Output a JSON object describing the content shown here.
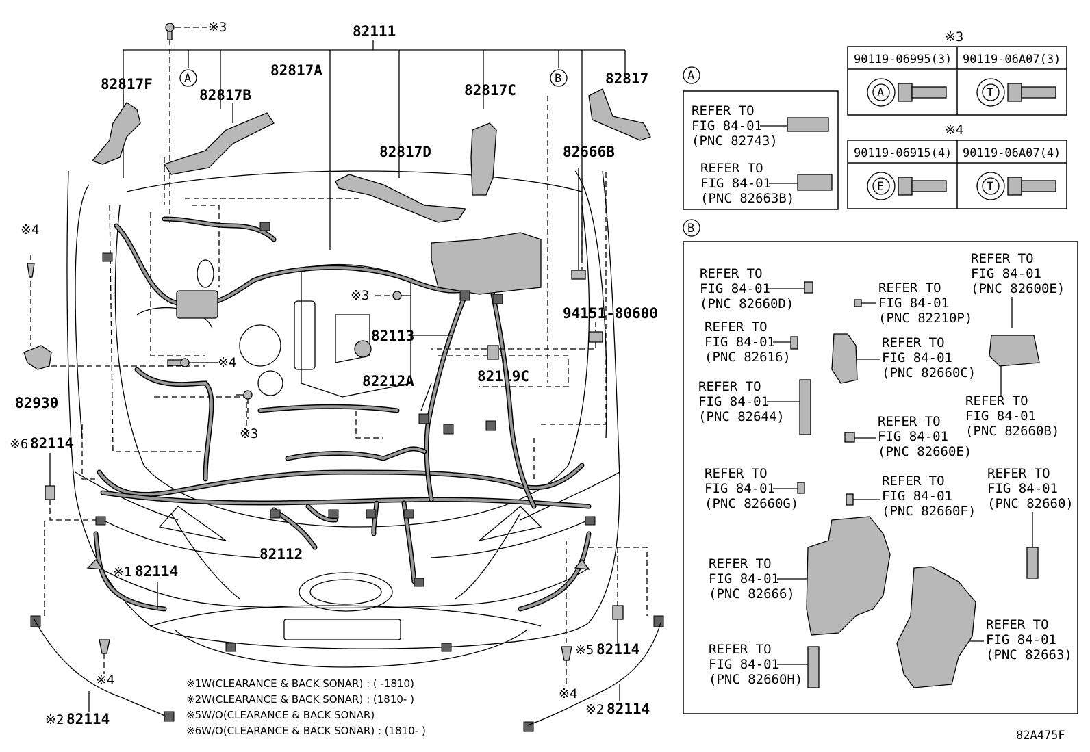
{
  "part_numbers": {
    "main_harness": "82111",
    "p82817F": "82817F",
    "p82817B": "82817B",
    "p82817A": "82817A",
    "p82817C": "82817C",
    "p82817": "82817",
    "p82817D": "82817D",
    "p82666B": "82666B",
    "p94151": "94151-80600",
    "p82113": "82113",
    "p82212A": "82212A",
    "p82119C": "82119C",
    "p82930": "82930",
    "p82112": "82112",
    "p82114": "82114"
  },
  "markers": {
    "ref3": "※3",
    "ref4": "※4",
    "ref1": "※1",
    "ref2": "※2",
    "ref5": "※5",
    "ref6": "※6",
    "circle_a": "A",
    "circle_b": "B",
    "circle_e": "E",
    "circle_t": "T"
  },
  "fasteners": {
    "group3_label": "※3",
    "group3": [
      {
        "part": "90119-06995(3)",
        "head": "A"
      },
      {
        "part": "90119-06A07(3)",
        "head": "T"
      }
    ],
    "group4_label": "※4",
    "group4": [
      {
        "part": "90119-06915(4)",
        "head": "E"
      },
      {
        "part": "90119-06A07(4)",
        "head": "T"
      }
    ]
  },
  "refer": {
    "refer_to": "REFER TO",
    "fig": "FIG 84-01",
    "panel_a": [
      {
        "pnc": "(PNC 82743)"
      },
      {
        "pnc": "(PNC 82663B)"
      }
    ],
    "panel_b": [
      {
        "pnc": "(PNC 82660D)"
      },
      {
        "pnc": "(PNC 82210P)"
      },
      {
        "pnc": "(PNC 82600E)"
      },
      {
        "pnc": "(PNC 82616)"
      },
      {
        "pnc": "(PNC 82660C)"
      },
      {
        "pnc": "(PNC 82644)"
      },
      {
        "pnc": "(PNC 82660B)"
      },
      {
        "pnc": "(PNC 82660E)"
      },
      {
        "pnc": "(PNC 82660G)"
      },
      {
        "pnc": "(PNC 82660F)"
      },
      {
        "pnc": "(PNC 82660)"
      },
      {
        "pnc": "(PNC 82666)"
      },
      {
        "pnc": "(PNC 82663)"
      },
      {
        "pnc": "(PNC 82660H)"
      }
    ]
  },
  "footnotes": [
    {
      "mark": "※1",
      "text": "W(CLEARANCE & BACK SONAR) : (        -1810)"
    },
    {
      "mark": "※2",
      "text": "W(CLEARANCE & BACK SONAR) : (1810-        )"
    },
    {
      "mark": "※5",
      "text": "W/O(CLEARANCE & BACK SONAR)"
    },
    {
      "mark": "※6",
      "text": "W/O(CLEARANCE & BACK SONAR) : (1810-        )"
    }
  ],
  "figure_code": "82A475F"
}
